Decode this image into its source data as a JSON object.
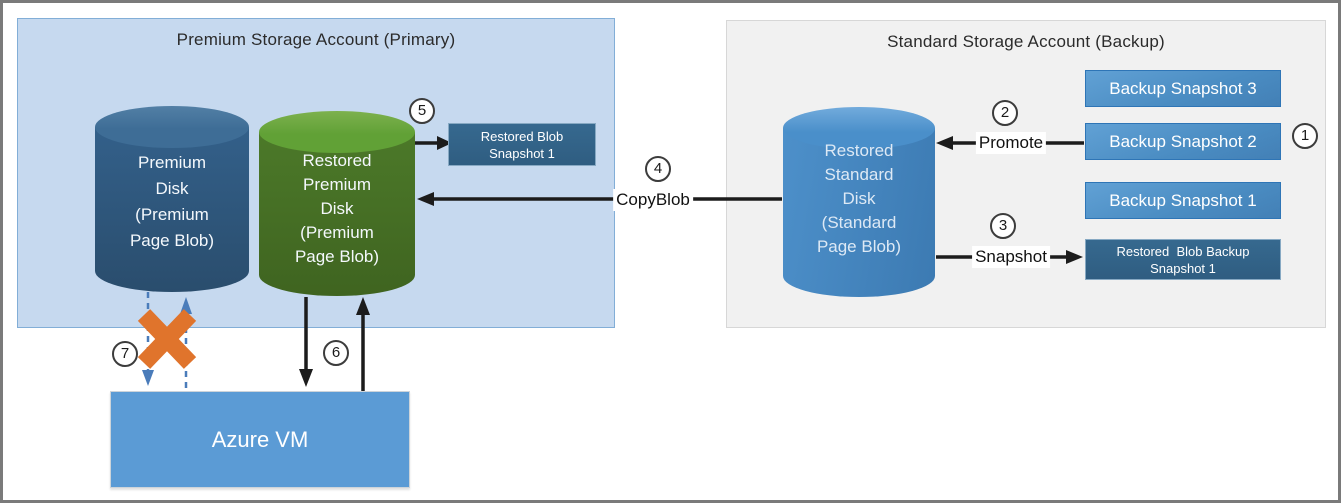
{
  "diagram": {
    "primary_account": {
      "title": "Premium Storage Account (Primary)",
      "premium_disk_label": "Premium\nDisk\n(Premium\nPage Blob)",
      "restored_premium_disk_label": "Restored\nPremium\nDisk\n(Premium\nPage Blob)",
      "restored_blob_snapshot_label": "Restored Blob\nSnapshot 1"
    },
    "backup_account": {
      "title": "Standard Storage Account (Backup)",
      "restored_standard_disk_label": "Restored\nStandard\nDisk\n(Standard\nPage Blob)",
      "backup_snapshots": [
        "Backup Snapshot 3",
        "Backup Snapshot 2",
        "Backup Snapshot 1"
      ],
      "restored_blob_backup_snapshot_label": "Restored  Blob Backup\nSnapshot 1"
    },
    "azure_vm_label": "Azure VM",
    "arrow_labels": {
      "promote": "Promote",
      "snapshot": "Snapshot",
      "copyblob": "CopyBlob"
    },
    "step_badges": [
      "1",
      "2",
      "3",
      "4",
      "5",
      "6",
      "7"
    ]
  },
  "colors": {
    "canvas_border": "#7a7a7a",
    "primary_box_fill": "#c6d9ef",
    "primary_box_border": "#82aed7",
    "backup_box_fill": "#f1f1f1",
    "backup_box_border": "#d7d7d7",
    "premium_disk": "#33608a",
    "premium_disk_top": "#3e6d96",
    "restored_disk": "#4c7929",
    "restored_disk_top": "#61a136",
    "standard_disk": "#4d90ca",
    "standard_disk_top": "#4a8fca",
    "snapshot_fill": "#4a8cc2",
    "snapshot_border": "#2e75b6",
    "dark_snapshot_fill": "#36698f",
    "vm_fill": "#5b9bd5",
    "arrow_black": "#1c1c1c",
    "dashed_blue": "#4a7cba",
    "broken_orange": "#e0742c",
    "badge_border": "#3c3c3c"
  }
}
